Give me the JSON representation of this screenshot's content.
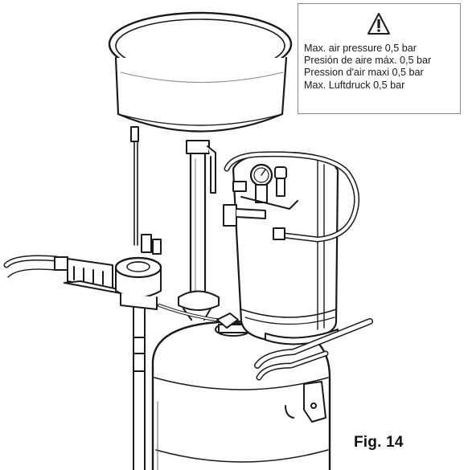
{
  "warning": {
    "icon": "warning-triangle-icon",
    "lines": [
      "Max. air pressure 0,5 bar",
      "Presión de aire máx. 0,5 bar",
      "Pression d'air maxi 0,5 bar",
      "Max. Luftdruck 0,5 bar"
    ]
  },
  "figure": {
    "label": "Fig. 14"
  },
  "colors": {
    "line": "#1a1a1a",
    "box_border": "#8a8a8a"
  }
}
